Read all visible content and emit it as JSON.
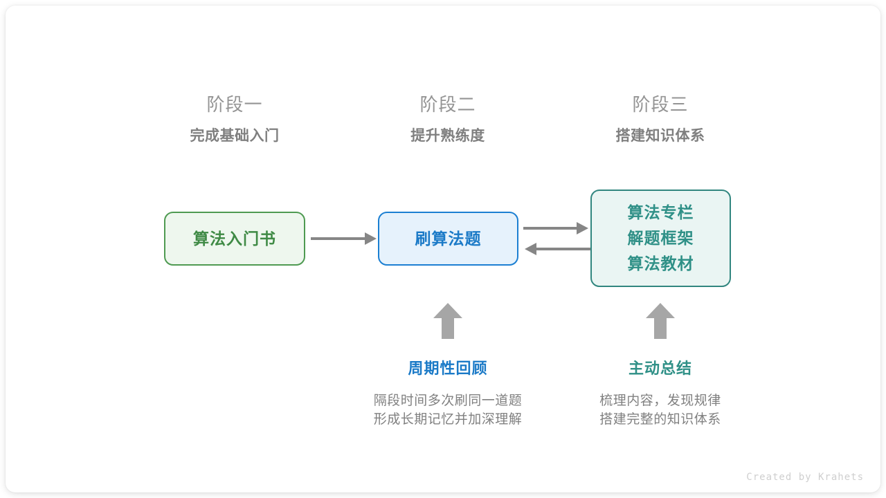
{
  "stages": [
    {
      "title": "阶段一",
      "subtitle": "完成基础入门"
    },
    {
      "title": "阶段二",
      "subtitle": "提升熟练度"
    },
    {
      "title": "阶段三",
      "subtitle": "搭建知识体系"
    }
  ],
  "nodes": {
    "book": {
      "lines": [
        "算法入门书"
      ],
      "color": "#3f8a45",
      "border": "#4e9a51",
      "fill": "#eef7ee"
    },
    "practice": {
      "lines": [
        "刷算法题"
      ],
      "color": "#1b7ac7",
      "border": "#1b7fd2",
      "fill": "#e6f2fc"
    },
    "system": {
      "lines": [
        "算法专栏",
        "解题框架",
        "算法教材"
      ],
      "color": "#2f9087",
      "border": "#31867f",
      "fill": "#eaf5f3"
    }
  },
  "notes": [
    {
      "title": "周期性回顾",
      "body_lines": [
        "隔段时间多次刷同一道题",
        "形成长期记忆并加深理解"
      ],
      "color": "#1b7ac7"
    },
    {
      "title": "主动总结",
      "body_lines": [
        "梳理内容，发现规律",
        "搭建完整的知识体系"
      ],
      "color": "#2f9087"
    }
  ],
  "arrow_color": "#868686",
  "credit": "Created by Krahets"
}
